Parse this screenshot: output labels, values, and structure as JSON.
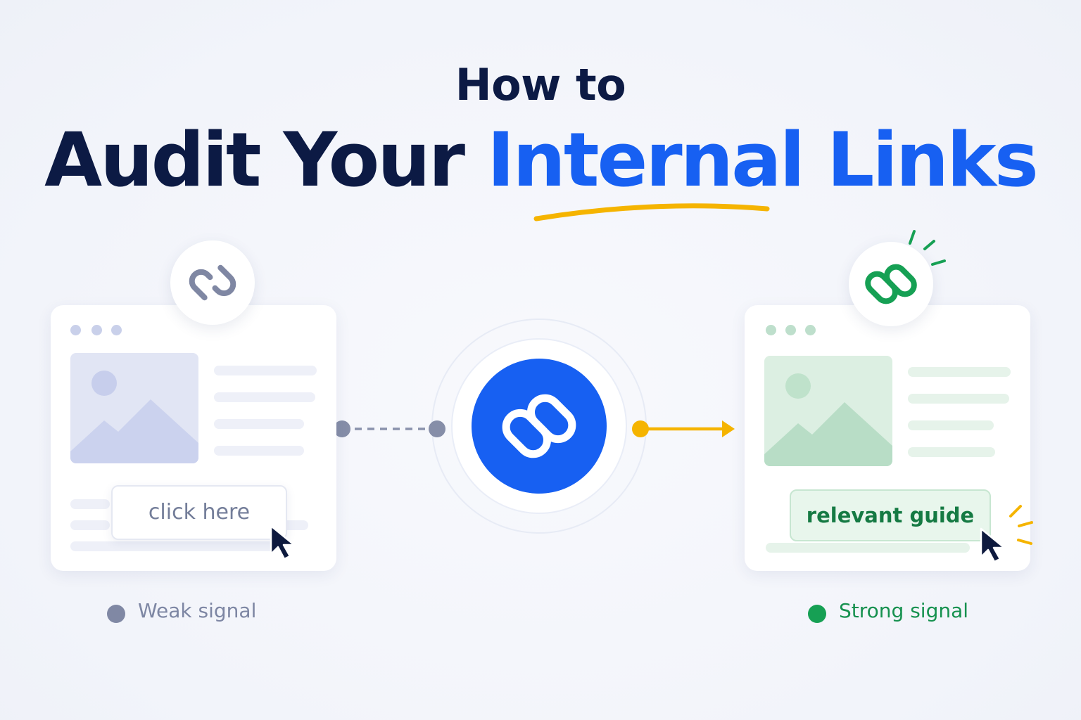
{
  "header": {
    "title_line1": "How to",
    "title_part_dark": "Audit Your",
    "title_part_blue": "Internal Links"
  },
  "left_panel": {
    "button_label": "click here",
    "legend_label": "Weak signal"
  },
  "right_panel": {
    "button_label": "relevant guide",
    "legend_label": "Strong signal"
  },
  "icons": {
    "left_badge": "link-icon",
    "center_hub": "link-icon",
    "right_badge": "link-icon",
    "cursors": "cursor-icon"
  },
  "colors": {
    "navy": "#0c1a44",
    "blue": "#1760f2",
    "accent_yellow": "#f5b400",
    "green": "#16a054",
    "gray": "#8088a4"
  }
}
